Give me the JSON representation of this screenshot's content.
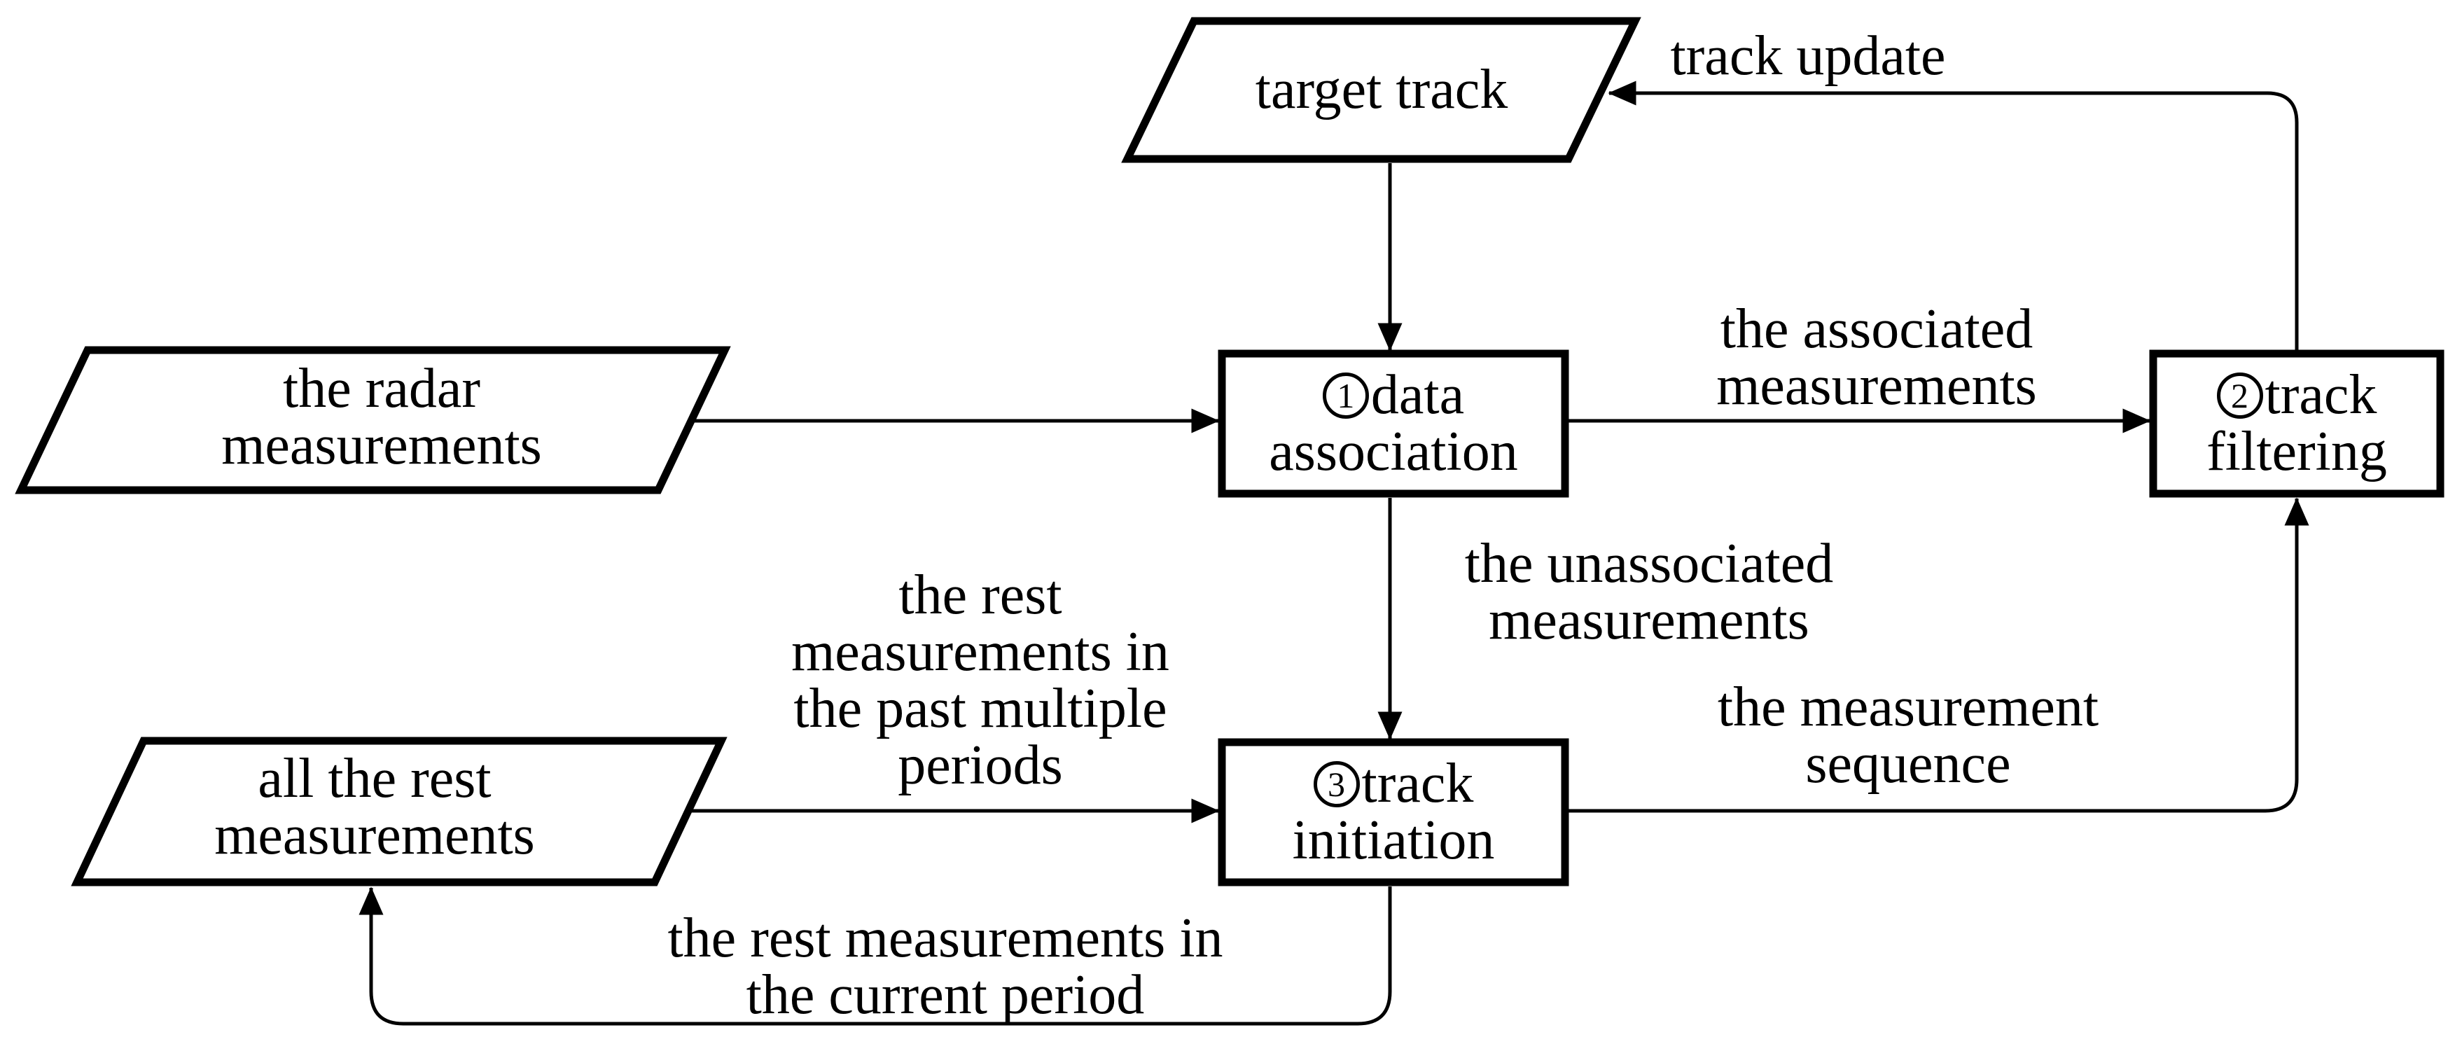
{
  "diagram": {
    "type": "flowchart",
    "colors": {
      "stroke": "#000000",
      "fill": "#ffffff",
      "background": "#ffffff"
    },
    "nodes": {
      "target_track": {
        "type": "io-parallelogram",
        "label": "target track"
      },
      "radar_measurements": {
        "type": "io-parallelogram",
        "label": "the radar\nmeasurements"
      },
      "all_rest_measurements": {
        "type": "io-parallelogram",
        "label": "all the rest\nmeasurements"
      },
      "data_association": {
        "type": "process-box",
        "number": "1",
        "line1": "data",
        "line2": "association"
      },
      "track_filtering": {
        "type": "process-box",
        "number": "2",
        "line1": "track",
        "line2": "filtering"
      },
      "track_initiation": {
        "type": "process-box",
        "number": "3",
        "line1": "track",
        "line2": "initiation"
      }
    },
    "edge_labels": {
      "track_update": "track update",
      "associated": "the associated\nmeasurements",
      "unassociated": "the unassociated\nmeasurements",
      "past_periods": "the rest\nmeasurements in\nthe past multiple\nperiods",
      "measurement_sequence": "the measurement\nsequence",
      "current_period": "the rest measurements in\nthe current period"
    }
  }
}
